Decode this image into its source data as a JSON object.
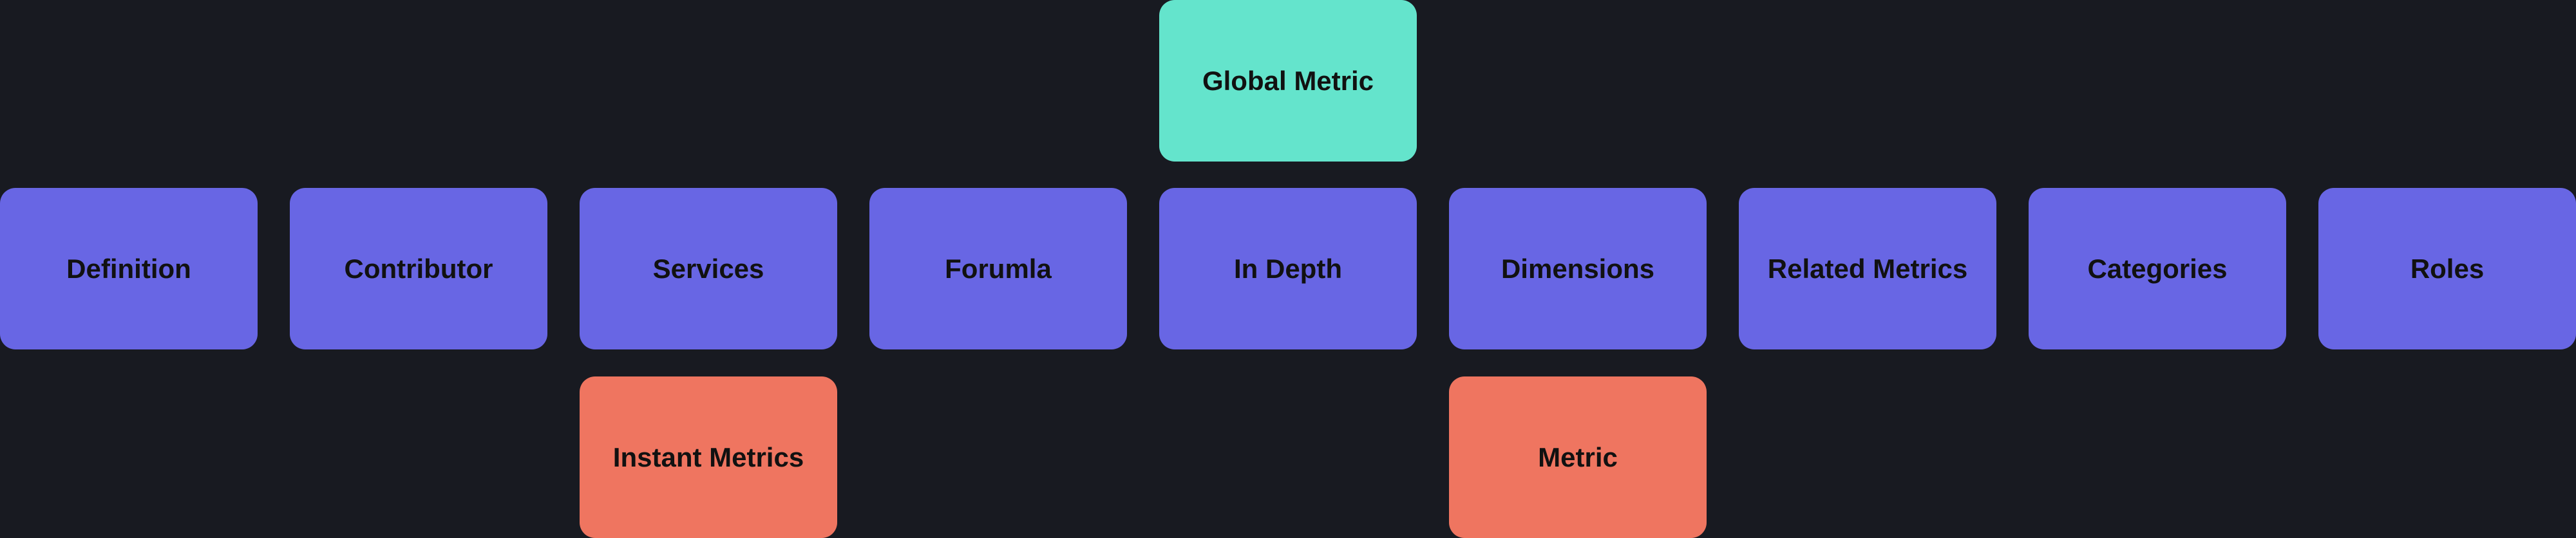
{
  "colors": {
    "background": "#181a21",
    "root_node": "#64e4cc",
    "level1_node": "#6866e4",
    "level2_node": "#ef7560",
    "text": "#111111"
  },
  "root": {
    "label": "Global Metric"
  },
  "level1": [
    {
      "label": "Definition"
    },
    {
      "label": "Contributor"
    },
    {
      "label": "Services"
    },
    {
      "label": "Forumla"
    },
    {
      "label": "In Depth"
    },
    {
      "label": "Dimensions"
    },
    {
      "label": "Related Metrics"
    },
    {
      "label": "Categories"
    },
    {
      "label": "Roles"
    }
  ],
  "level2": [
    {
      "label": "Instant Metrics",
      "parent": "Services"
    },
    {
      "label": "Metric",
      "parent": "Dimensions"
    }
  ]
}
